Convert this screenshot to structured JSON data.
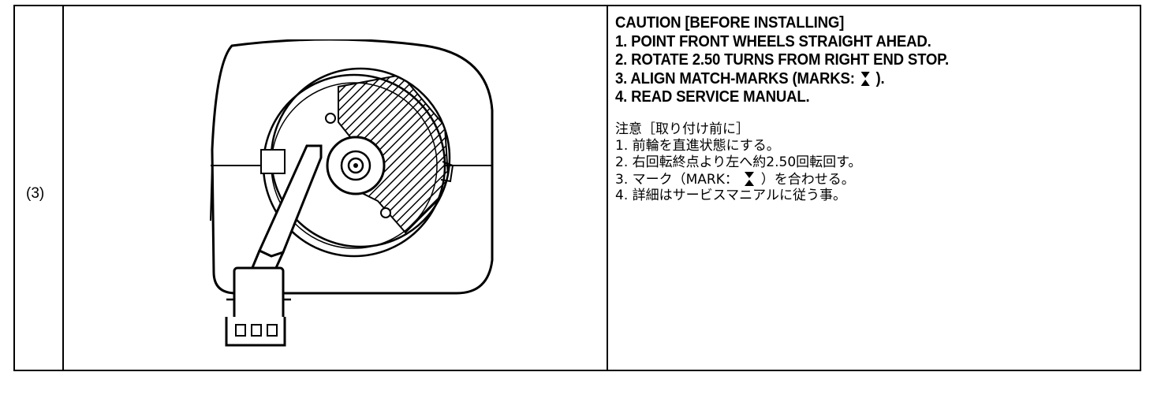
{
  "row": {
    "label": "(3)"
  },
  "figure": {
    "description_icon": "steering-clock-spring-icon"
  },
  "caution_en": {
    "title": "CAUTION [BEFORE INSTALLING]",
    "line1": "1. POINT FRONT WHEELS STRAIGHT AHEAD.",
    "line2": "2. ROTATE 2.50 TURNS FROM RIGHT END STOP.",
    "line3_before": "3. ALIGN MATCH-MARKS (MARKS:",
    "line3_after": ").",
    "line4": "4. READ SERVICE MANUAL."
  },
  "caution_jp": {
    "title": "注意［取り付け前に］",
    "line1": "1.  前輪を直進状態にする。",
    "line2": "2.  右回転終点より左へ約2.50回転回す。",
    "line3_before": "3.  マーク（MARK：",
    "line3_after": "）を合わせる。",
    "line4": "4.  詳細はサービスマニアルに従う事。"
  },
  "match_mark_icon": "hourglass-match-mark-icon"
}
